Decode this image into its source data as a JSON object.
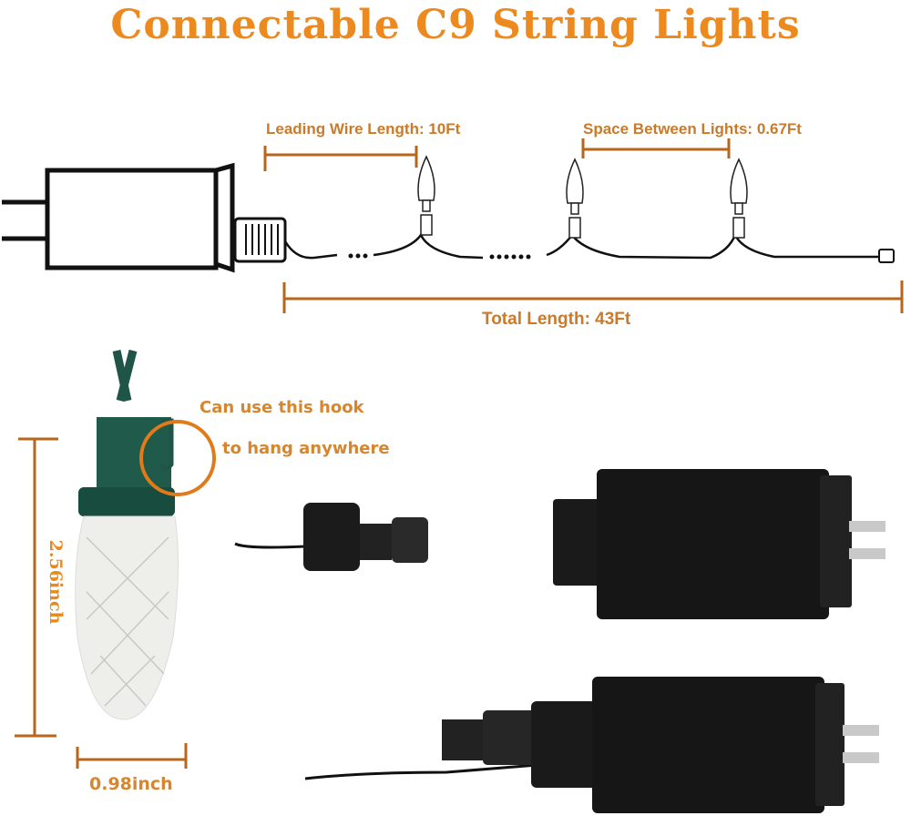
{
  "title": "Connectable C9 String Lights",
  "diagram": {
    "leading_wire": "Leading Wire Length: 10Ft",
    "spacing": "Space Between Lights: 0.67Ft",
    "total_length": "Total Length: 43Ft"
  },
  "bulb": {
    "hook_line1": "Can use this hook",
    "hook_line2": "to hang anywhere",
    "height": "2.56inch",
    "width": "0.98inch"
  },
  "colors": {
    "accent": "#ec8a1f",
    "dimension_line": "#b8661c",
    "socket_green": "#1f5546"
  }
}
